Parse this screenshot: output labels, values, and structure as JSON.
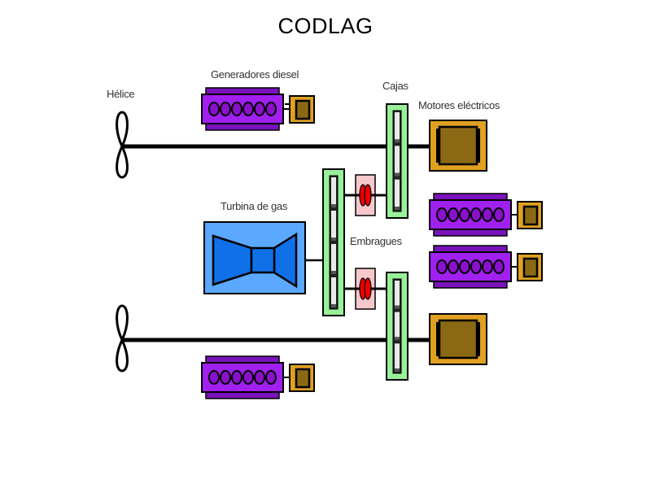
{
  "title": "CODLAG",
  "labels": {
    "propeller": "Hélice",
    "diesel_generators": "Generadores diesel",
    "gearboxes": "Cajas",
    "electric_motors": "Motores eléctricos",
    "gas_turbine": "Turbina de gas",
    "clutches": "Embragues"
  },
  "colors": {
    "shaft": "#000000",
    "diesel_body": "#a020f0",
    "diesel_stripe": "#7a12bb",
    "diesel_cylinder": "#8a10cc",
    "generator_outer": "#e0a020",
    "generator_inner": "#8b6914",
    "motor_outer": "#e0a020",
    "motor_inner": "#8b6914",
    "gearbox_frame": "#98f098",
    "gear_light": "#ffffff",
    "gear_dark": "#555555",
    "clutch_bg": "#f5c8cc",
    "clutch_disc": "#ee0000",
    "turbine_bg": "#5aa8ff",
    "turbine_shape": "#1070e8"
  },
  "components": {
    "diesel_generator_count": 4,
    "cylinders_per_diesel": 6,
    "electric_motor_count": 2,
    "gearbox_count": 3,
    "clutch_count": 2,
    "propeller_count": 2,
    "gas_turbine_count": 1
  }
}
